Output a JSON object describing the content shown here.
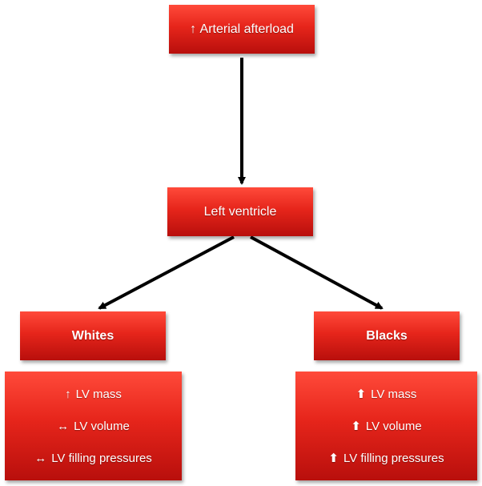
{
  "nodes": {
    "afterload": {
      "symbol": "↑",
      "label": "Arterial afterload"
    },
    "lv": {
      "label": "Left ventricle"
    },
    "whites": {
      "label": "Whites"
    },
    "blacks": {
      "label": "Blacks"
    }
  },
  "whites_details": [
    {
      "symbol": "↑",
      "text": "LV mass"
    },
    {
      "symbol": "↔",
      "text": "LV volume"
    },
    {
      "symbol": "↔",
      "text": "LV filling pressures"
    }
  ],
  "blacks_details": [
    {
      "symbol": "⬆",
      "text": "LV mass"
    },
    {
      "symbol": "⬆",
      "text": "LV volume"
    },
    {
      "symbol": "⬆",
      "text": "LV filling pressures"
    }
  ],
  "colors": {
    "box": "#e6251b",
    "text": "#ffffff",
    "arrow": "#000000"
  }
}
